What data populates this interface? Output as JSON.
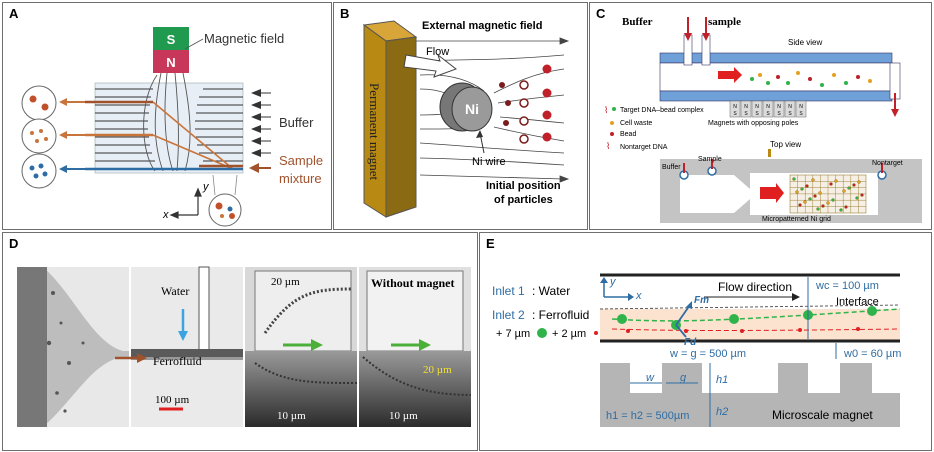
{
  "panels": {
    "a": {
      "label": "A",
      "magnet_s": "S",
      "magnet_n": "N",
      "field_label": "Magnetic field",
      "buffer_label": "Buffer",
      "sample_line1": "Sample",
      "sample_line2": "mixture",
      "axis_y": "y",
      "axis_x": "x"
    },
    "b": {
      "label": "B",
      "title": "External magnetic field",
      "magnet_text": "Permanent magnet",
      "flow": "Flow",
      "ni": "Ni",
      "ni_wire": "Ni wire",
      "initial_line1": "Initial position",
      "initial_line2": "of particles"
    },
    "c": {
      "label": "C",
      "buffer": "Buffer",
      "sample": "sample",
      "side_view": "Side view",
      "magnets_label": "Magnets with opposing poles",
      "legend": [
        "Target DNA–bead complex",
        "Cell waste",
        "Bead",
        "Nontarget DNA"
      ],
      "top_view": "Top view",
      "buffer2": "Buffer",
      "sample2": "Sample",
      "nontarget": "Nontarget",
      "grid_label": "Micropatterned Ni grid",
      "pole_letters": [
        "N",
        "S",
        "N",
        "S",
        "N",
        "S",
        "N",
        "S",
        "N",
        "S",
        "N",
        "S",
        "N",
        "S"
      ]
    },
    "d": {
      "label": "D",
      "water": "Water",
      "ferrofluid": "Ferrofluid",
      "scale": "100 µm",
      "m20": "20 µm",
      "m10": "10 µm",
      "without": "Without magnet",
      "m20b": "20 µm",
      "m10b": "10 µm"
    },
    "e": {
      "label": "E",
      "inlet1_prefix": "Inlet 1",
      "inlet1_suffix": ": Water",
      "inlet2_prefix": "Inlet 2",
      "inlet2_suffix": ": Ferrofluid",
      "particles_a": "+ 7 µm",
      "particles_b": "+ 2 µm",
      "axis_y": "y",
      "axis_x": "x",
      "fm": "Fm",
      "fd": "Fd",
      "flow_direction": "Flow direction",
      "wc": "wc = 100 µm",
      "interface": "Interface",
      "wg": "w = g = 500 µm",
      "w0": "w0 = 60 µm",
      "w": "w",
      "g": "g",
      "h1": "h1",
      "h2": "h2",
      "h_eq": "h1 = h2 = 500µm",
      "magnet": "Microscale magnet"
    }
  },
  "colors": {
    "brown": "#a0522d",
    "blue": "#2e6da4",
    "magnet_green": "#1f9a4e",
    "magnet_red": "#c8365a",
    "red": "#c0202a",
    "green": "#2fb34a",
    "gold": "#b88a14",
    "gray_magnet": "#b5b5b5"
  }
}
